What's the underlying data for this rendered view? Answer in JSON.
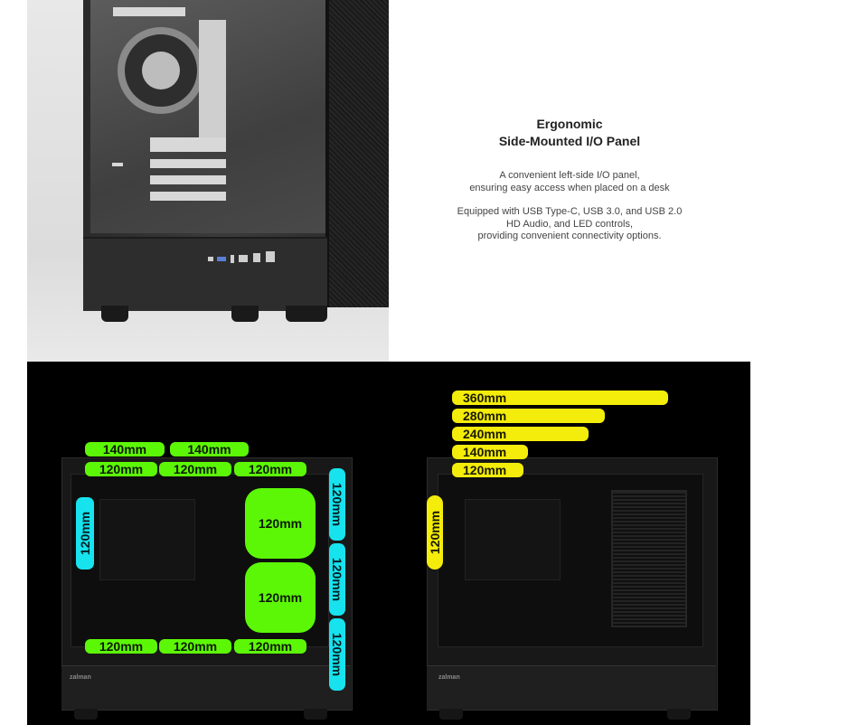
{
  "info": {
    "title_line1": "Ergonomic",
    "title_line2": "Side-Mounted I/O Panel",
    "para1_line1": "A convenient left-side I/O panel,",
    "para1_line2": "ensuring easy access when placed on a desk",
    "para2_line1": "Equipped with USB Type-C, USB 3.0, and USB 2.0",
    "para2_line2": "HD Audio, and LED controls,",
    "para2_line3": "providing convenient connectivity options."
  },
  "left_case": {
    "brand": "zalman",
    "top_140": [
      "140mm",
      "140mm"
    ],
    "top_120": [
      "120mm",
      "120mm",
      "120mm"
    ],
    "rear_120": "120mm",
    "interior_120": [
      "120mm",
      "120mm"
    ],
    "bottom_120": [
      "120mm",
      "120mm",
      "120mm"
    ],
    "front_120": [
      "120mm",
      "120mm",
      "120mm"
    ]
  },
  "right_case": {
    "brand": "zalman",
    "radiators": [
      "360mm",
      "280mm",
      "240mm",
      "140mm",
      "120mm"
    ],
    "rear_120": "120mm"
  },
  "colors": {
    "fan_label_green": "#5cf707",
    "fan_label_cyan": "#17e3ef",
    "radiator_label_yellow": "#f4ec0a"
  }
}
